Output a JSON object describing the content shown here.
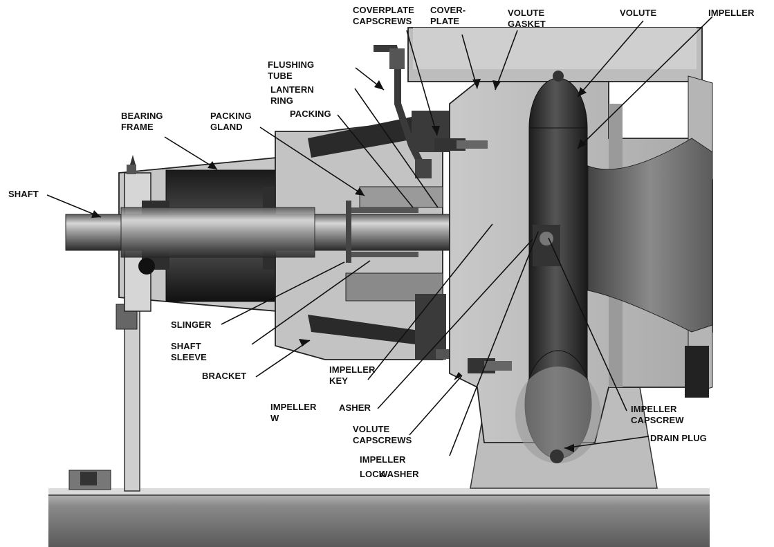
{
  "diagram": {
    "labels": {
      "coverplate_capscrews": "COVERPLATE\nCAPSCREWS",
      "coverplate": "COVER-\nPLATE",
      "volute_gasket": "VOLUTE\nGASKET",
      "volute": "VOLUTE",
      "impeller": "IMPELLER",
      "flushing_tube": "FLUSHING\nTUBE",
      "lantern_ring": "LANTERN\nRING",
      "packing": "PACKING",
      "bearing_frame": "BEARING\nFRAME",
      "packing_gland": "PACKING\nGLAND",
      "shaft": "SHAFT",
      "slinger": "SLINGER",
      "shaft_sleeve": "SHAFT\nSLEEVE",
      "bracket": "BRACKET",
      "impeller_key": "IMPELLER\nKEY",
      "impeller_w": "IMPELLER\nW",
      "asher": "ASHER",
      "volute_capscrews": "VOLUTE\nCAPSCREWS",
      "impeller_lockwasher_line1": "IMPELLER",
      "impeller_lockwasher_line2a": "LOCK",
      "impeller_lockwasher_line2b": "WASHER",
      "impeller_capscrew": "IMPELLER\nCAPSCREW",
      "drain_plug": "DRAIN PLUG"
    }
  }
}
